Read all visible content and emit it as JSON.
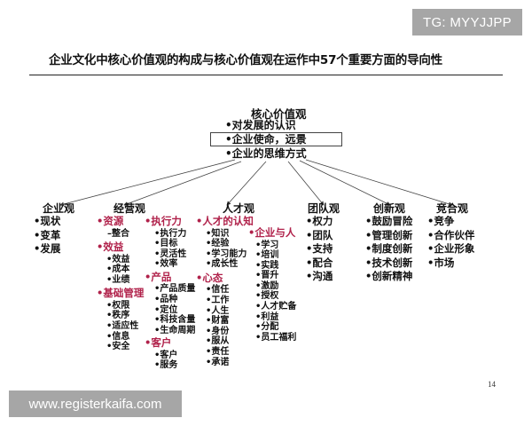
{
  "badge": {
    "text": "TG: MYYJJPP"
  },
  "title": "企业文化中核心价值观的构成与核心价值观在运作中57个重要方面的导向性",
  "core": {
    "title": "核心价值观",
    "items": [
      "•对发展的认识",
      "•企业使命，远景",
      "•企业的思维方式"
    ],
    "highlighted_index": 1
  },
  "colors": {
    "accent": "#b0214a",
    "text": "#111111",
    "badge_bg": "#a6a6a6",
    "badge_text": "#ffffff"
  },
  "columns": [
    {
      "head": "企业观",
      "items": [
        "•现状",
        "•变革",
        "•发展"
      ]
    },
    {
      "head": "经营观",
      "groups": [
        {
          "label": "•资源",
          "subs": [
            "–整合"
          ]
        },
        {
          "label": "•效益",
          "subs": [
            "•效益",
            "•成本",
            "•业绩"
          ]
        },
        {
          "label": "•基础管理",
          "subs": [
            "•权限",
            "•秩序",
            "•适应性",
            "•信息",
            "•安全"
          ]
        }
      ],
      "groups2": [
        {
          "label": "•执行力",
          "subs": [
            "•执行力",
            "•目标",
            "•灵活性",
            "•效率"
          ]
        },
        {
          "label": "•产品",
          "subs": [
            "•产品质量",
            "•品种",
            "•定位",
            "•科技含量",
            "•生命周期"
          ]
        },
        {
          "label": "•客户",
          "subs": [
            "•客户",
            "•服务"
          ]
        }
      ]
    },
    {
      "head": "人才观",
      "groups": [
        {
          "label": "•人才的认知",
          "subs": [
            "•知识",
            "•经验",
            "•学习能力",
            "•成长性"
          ]
        },
        {
          "label": "•心态",
          "subs": [
            "•信任",
            "•工作",
            "•人生",
            "•财富",
            "•身份",
            "•服从",
            "•责任",
            "•承诺"
          ]
        }
      ],
      "groups2": [
        {
          "label": "•企业与人",
          "subs": [
            "•学习",
            "•培训",
            "•实践",
            "•晋升",
            "•激励",
            "•授权",
            "•人才贮备",
            "•利益",
            "•分配",
            "•员工福利"
          ]
        }
      ]
    },
    {
      "head": "团队观",
      "items": [
        "•权力",
        "•团队",
        "•支持",
        "•配合",
        "•沟通"
      ]
    },
    {
      "head": "创新观",
      "items": [
        "•鼓励冒险",
        "•管理创新",
        "•制度创新",
        "•技术创新",
        "•创新精神"
      ]
    },
    {
      "head": "竞合观",
      "items": [
        "•竞争",
        "•合作伙伴",
        "•企业形象",
        "•市场"
      ]
    }
  ],
  "page_number": "14",
  "watermark": {
    "text": "www.registerkaifa.com"
  }
}
